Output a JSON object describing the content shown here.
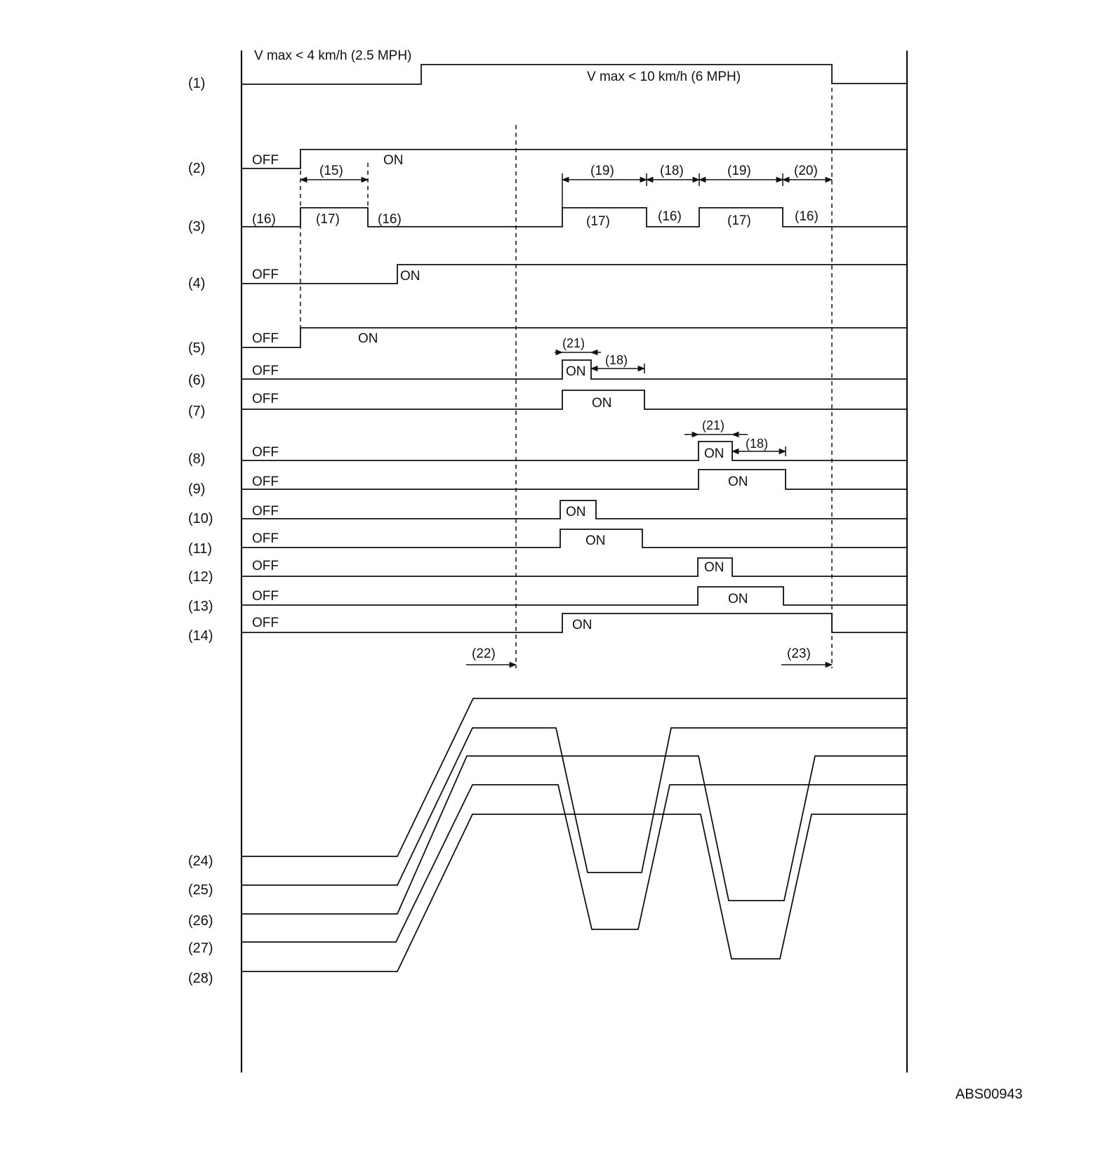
{
  "rows": [
    "(1)",
    "(2)",
    "(3)",
    "(4)",
    "(5)",
    "(6)",
    "(7)",
    "(8)",
    "(9)",
    "(10)",
    "(11)",
    "(12)",
    "(13)",
    "(14)",
    "(24)",
    "(25)",
    "(26)",
    "(27)",
    "(28)"
  ],
  "speed": {
    "low": "V max < 4 km/h (2.5 MPH)",
    "high": "V max < 10 km/h (6 MPH)"
  },
  "state": {
    "off": "OFF",
    "on": "ON"
  },
  "phase": {
    "p15": "(15)",
    "p16": "(16)",
    "p17": "(17)",
    "p18": "(18)",
    "p19": "(19)",
    "p20": "(20)",
    "p21": "(21)",
    "p22": "(22)",
    "p23": "(23)"
  },
  "figure_code": "ABS00943"
}
